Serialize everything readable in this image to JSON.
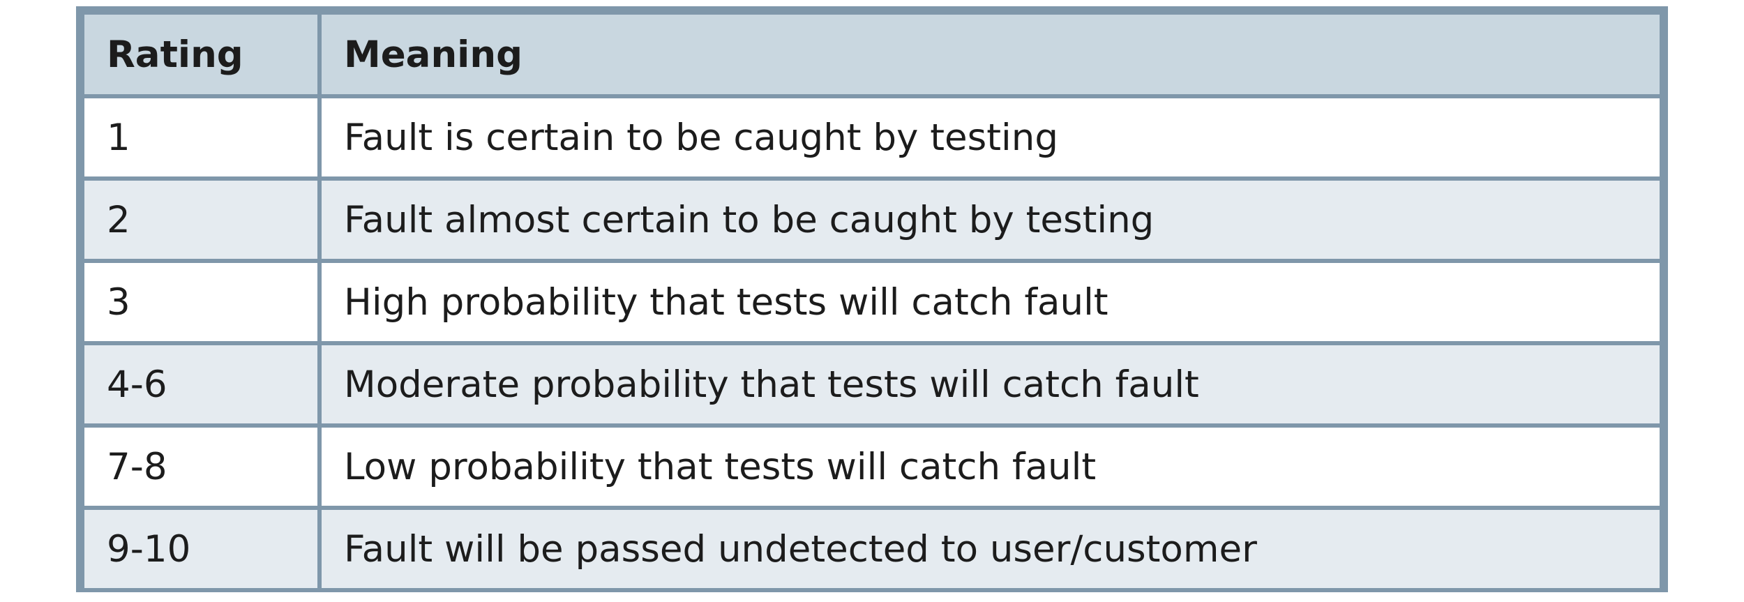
{
  "table": {
    "headers": {
      "rating": "Rating",
      "meaning": "Meaning"
    },
    "rows": [
      {
        "rating": "1",
        "meaning": "Fault is certain to be caught by testing"
      },
      {
        "rating": "2",
        "meaning": "Fault almost certain to be caught by testing"
      },
      {
        "rating": "3",
        "meaning": "High probability that tests will catch fault"
      },
      {
        "rating": "4-6",
        "meaning": "Moderate probability that tests will catch fault"
      },
      {
        "rating": "7-8",
        "meaning": "Low probability that tests will catch fault"
      },
      {
        "rating": "9-10",
        "meaning": "Fault will be passed undetected to user/customer"
      }
    ]
  },
  "colors": {
    "border": "#7f97aa",
    "header_bg": "#c9d7e0",
    "row_alt_bg": "#e5ebf0",
    "row_bg": "#ffffff",
    "text": "#1c1c1c"
  }
}
